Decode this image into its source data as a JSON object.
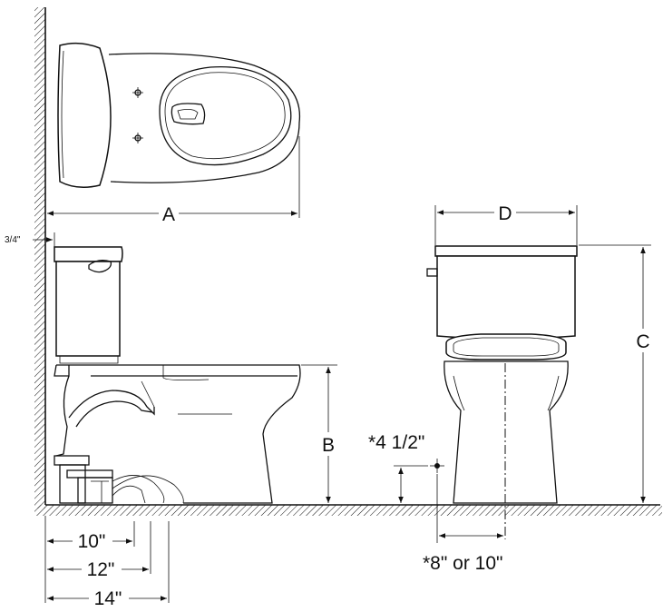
{
  "labels": {
    "dim_a": "A",
    "dim_b": "B",
    "dim_c": "C",
    "dim_d": "D",
    "wall_gap": "3/4\"",
    "supply_height": "*4 1/2\"",
    "supply_offset": "*8\" or 10\"",
    "rough_10": "10\"",
    "rough_12": "12\"",
    "rough_14": "14\""
  }
}
